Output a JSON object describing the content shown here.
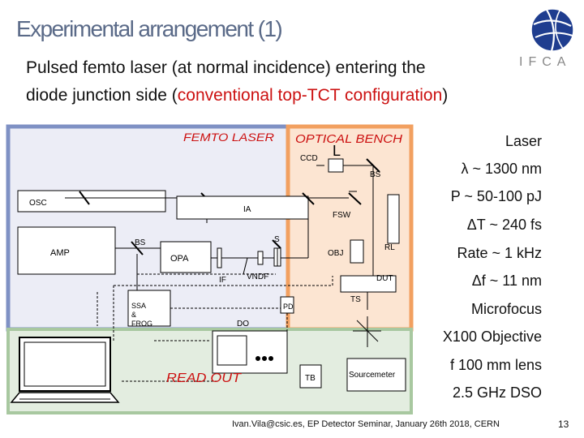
{
  "title": "Experimental arrangement (1)",
  "subtitle": {
    "line1": "Pulsed femto laser (at normal incidence) entering the",
    "line2_prefix": "diode junction side (",
    "line2_red": "conventional top-TCT configuration",
    "line2_suffix": ")"
  },
  "logo": {
    "icon": "ifca-globe-icon",
    "text": "IFCA"
  },
  "diagram": {
    "femto_laser": "FEMTO LASER",
    "optical_bench": "OPTICAL BENCH",
    "read_out": "READ OUT",
    "labels": {
      "osc": "OSC",
      "amp": "AMP",
      "bs_left": "BS",
      "opa": "OPA",
      "ia": "IA",
      "s": "S",
      "if": "IF",
      "vndf": "VNDF",
      "ssa": "SSA",
      "amp_sign": "&",
      "frog": "FROG",
      "do": "DO",
      "ccd": "CCD",
      "l": "L",
      "bs_right": "BS",
      "fsw": "FSW",
      "obj": "OBJ",
      "rl": "RL",
      "dut": "DUT",
      "ts": "TS",
      "pd": "PD",
      "tb": "TB",
      "sourcemeter": "Sourcemeter"
    },
    "colors": {
      "femto_box": "#7f91c4",
      "optical_box": "#f2a060",
      "readout_box": "#a8c8a0"
    }
  },
  "specs": [
    "Laser",
    "λ ~ 1300 nm",
    "P ~ 50-100 pJ",
    "ΔT ~ 240 fs",
    "Rate ~ 1 kHz",
    "Δf ~ 11 nm",
    "Microfocus",
    "X100 Objective",
    "f 100 mm lens",
    "2.5 GHz DSO"
  ],
  "footer": "Ivan.Vila@csic.es, EP Detector Seminar, January 26th 2018, CERN",
  "page_number": "13"
}
